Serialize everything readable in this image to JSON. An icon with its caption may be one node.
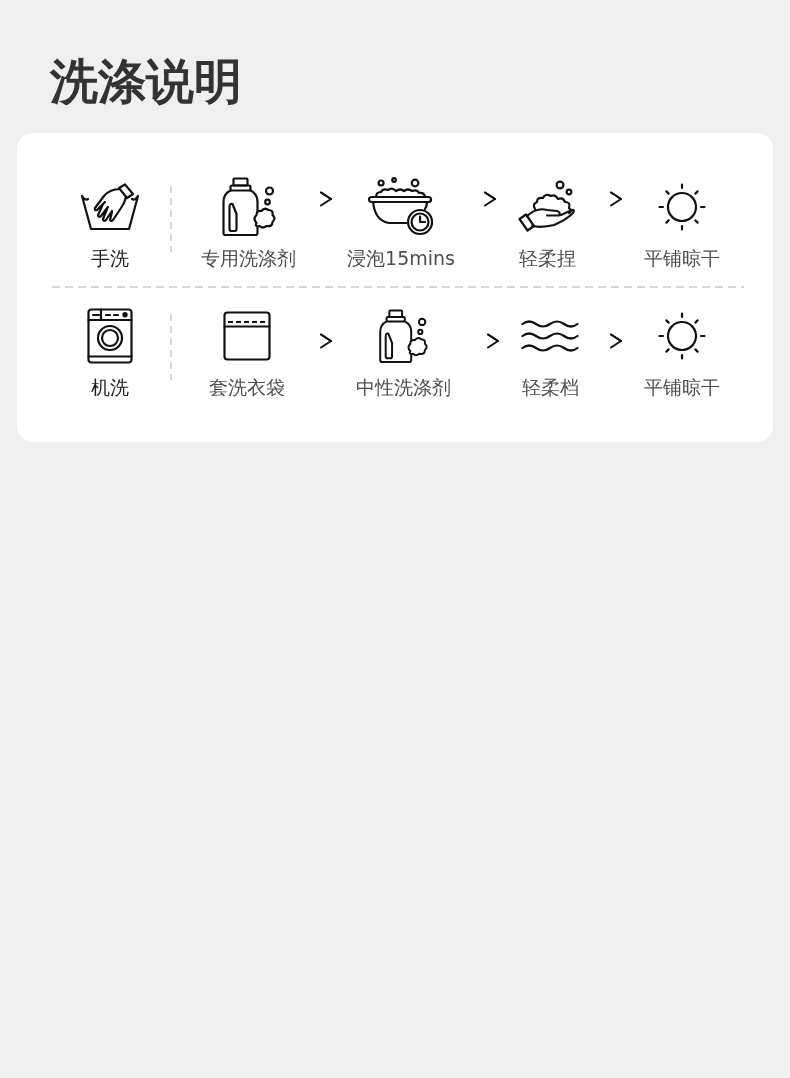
{
  "diagram": {
    "title": "洗涤说明",
    "nodes": [
      {
        "text": [],
        "shape": "box"
      },
      {
        "text": [
          "手洗"
        ],
        "in": 0
      },
      {
        "text": [
          "专用洗涤剂"
        ],
        "in": 0
      },
      {
        "text": [
          "浸泡15mins"
        ],
        "in": 0
      },
      {
        "text": [
          "轻柔捏"
        ],
        "in": 0
      },
      {
        "text": [
          "平铺晾干"
        ],
        "in": 0
      },
      {
        "text": [
          "机洗"
        ],
        "in": 0
      },
      {
        "text": [
          "套洗衣袋"
        ],
        "in": 0
      },
      {
        "text": [
          "中性洗涤剂"
        ],
        "in": 0
      },
      {
        "text": [
          "轻柔档"
        ],
        "in": 0
      },
      {
        "text": [
          "平铺晾干"
        ],
        "in": 0
      }
    ],
    "edges": [
      {
        "from": 2,
        "to": 3,
        "arrow": "to"
      },
      {
        "from": 3,
        "to": 4,
        "arrow": "to"
      },
      {
        "from": 4,
        "to": 5,
        "arrow": "to"
      },
      {
        "from": 7,
        "to": 8,
        "arrow": "to"
      },
      {
        "from": 8,
        "to": 9,
        "arrow": "to"
      },
      {
        "from": 9,
        "to": 10,
        "arrow": "to"
      }
    ]
  }
}
